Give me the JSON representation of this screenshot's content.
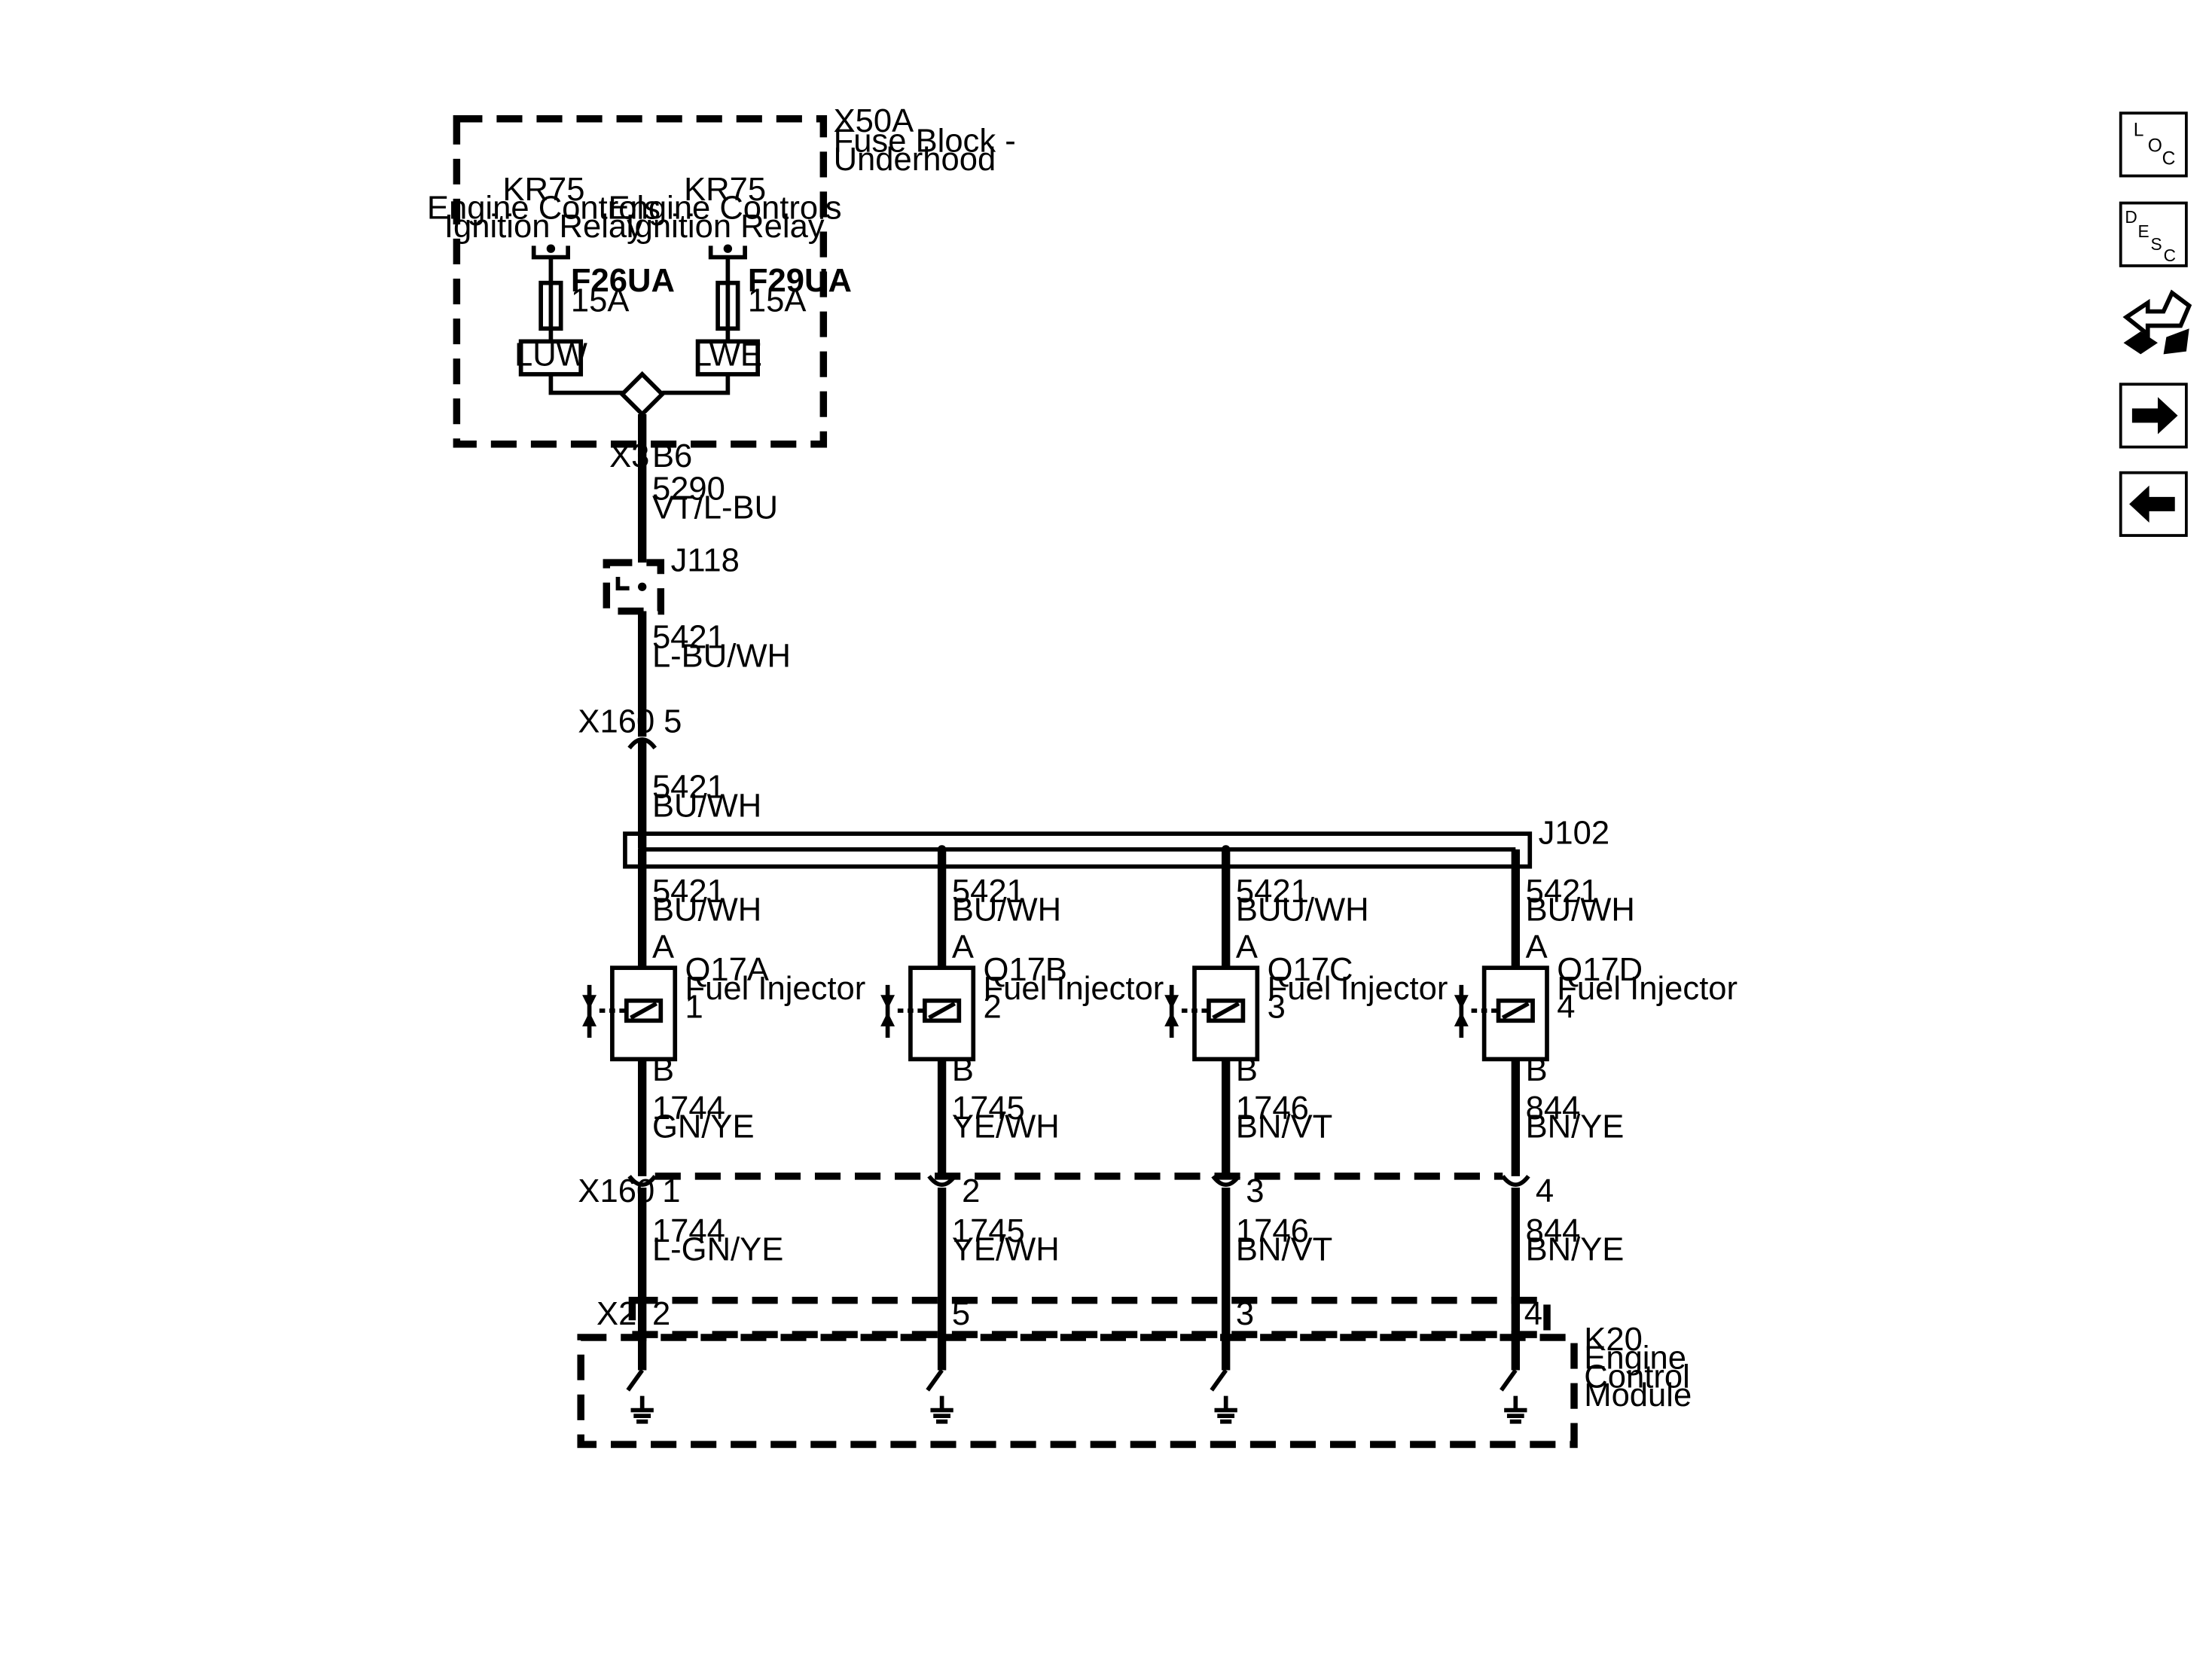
{
  "fuse_block": {
    "id": "X50A",
    "name": "Fuse Block -",
    "name2": "Underhood"
  },
  "relays": [
    {
      "id": "KR75",
      "l1": "Engine Controls",
      "l2": "Ignition Relay"
    },
    {
      "id": "KR75",
      "l1": "Engine Controls",
      "l2": "Ignition Relay"
    }
  ],
  "fuses": [
    {
      "id": "F26UA",
      "rating": "15A",
      "box": "LUW"
    },
    {
      "id": "F29UA",
      "rating": "15A",
      "box": "LWE"
    }
  ],
  "top_connector": {
    "id": "X3",
    "pin": "B6"
  },
  "wire_main": {
    "circuit": "5290",
    "color": "VT/L-BU"
  },
  "jumper": {
    "id": "J118"
  },
  "wire_after_jumper": {
    "circuit": "5421",
    "color": "L-BU/WH"
  },
  "inline_connector": {
    "id": "X160",
    "pin": "5"
  },
  "wire_to_splice": {
    "circuit": "5421",
    "color": "BU/WH"
  },
  "splice": {
    "id": "J102"
  },
  "injectors": [
    {
      "id": "Q17A",
      "name": "Fuel Injector",
      "num": "1",
      "pin_a": "A",
      "pin_b": "B",
      "feed": {
        "circuit": "5421",
        "color": "BU/WH"
      },
      "out": {
        "circuit": "1744",
        "color": "GN/YE"
      },
      "x160_pin": "1",
      "out2": {
        "circuit": "1744",
        "color": "L-GN/YE"
      },
      "ecm_pin": "2"
    },
    {
      "id": "Q17B",
      "name": "Fuel Injector",
      "num": "2",
      "pin_a": "A",
      "pin_b": "B",
      "feed": {
        "circuit": "5421",
        "color": "BU/WH"
      },
      "out": {
        "circuit": "1745",
        "color": "YE/WH"
      },
      "x160_pin": "2",
      "out2": {
        "circuit": "1745",
        "color": "YE/WH"
      },
      "ecm_pin": "5"
    },
    {
      "id": "Q17C",
      "name": "Fuel Injector",
      "num": "3",
      "pin_a": "A",
      "pin_b": "B",
      "feed": {
        "circuit": "5421",
        "color": "BUU/WH"
      },
      "out": {
        "circuit": "1746",
        "color": "BN/VT"
      },
      "x160_pin": "3",
      "out2": {
        "circuit": "1746",
        "color": "BN/VT"
      },
      "ecm_pin": "3"
    },
    {
      "id": "Q17D",
      "name": "Fuel Injector",
      "num": "4",
      "pin_a": "A",
      "pin_b": "B",
      "feed": {
        "circuit": "5421",
        "color": "BU/WH"
      },
      "out": {
        "circuit": "844",
        "color": "BN/YE"
      },
      "x160_pin": "4",
      "out2": {
        "circuit": "844",
        "color": "BN/YE"
      },
      "ecm_pin": "4"
    }
  ],
  "x160_lower": {
    "id": "X160"
  },
  "ecm": {
    "connector": "X2",
    "id": "K20",
    "l1": "Engine",
    "l2": "Control",
    "l3": "Module"
  },
  "nav": {
    "loc": {
      "icon": "loc-icon",
      "c1": "L",
      "c2": "O",
      "c3": "C"
    },
    "desc": {
      "icon": "desc-icon",
      "c1": "D",
      "c2": "E",
      "c3": "S",
      "c4": "C"
    },
    "tools": {
      "icon": "connector-tools-icon"
    },
    "forward": {
      "icon": "arrow-right-icon"
    },
    "back": {
      "icon": "arrow-left-icon"
    }
  }
}
